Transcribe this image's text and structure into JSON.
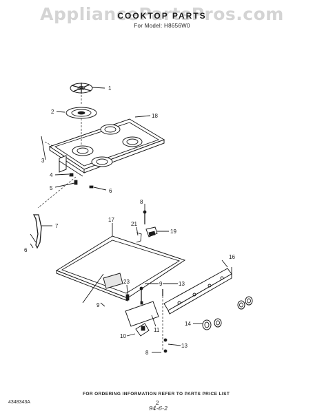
{
  "watermark": "AppliancePartsPros.com",
  "header": {
    "title": "COOKTOP PARTS",
    "model_line": "For Model: H8656W0"
  },
  "callouts": {
    "c1": "1",
    "c2": "2",
    "c3": "3",
    "c4": "4",
    "c5": "5",
    "c6a": "6",
    "c6b": "6",
    "c7": "7",
    "c8a": "8",
    "c8b": "8",
    "c9a": "9",
    "c9b": "9",
    "c10": "10",
    "c11": "11",
    "c13a": "13",
    "c13b": "13",
    "c14": "14",
    "c16": "16",
    "c17": "17",
    "c18": "18",
    "c19": "19",
    "c21": "21",
    "c23": "23"
  },
  "footer": {
    "note": "FOR ORDERING INFORMATION REFER TO PARTS PRICE LIST",
    "doc_number": "4348343A",
    "page_number": "2",
    "date_mark": "94-6-2"
  }
}
